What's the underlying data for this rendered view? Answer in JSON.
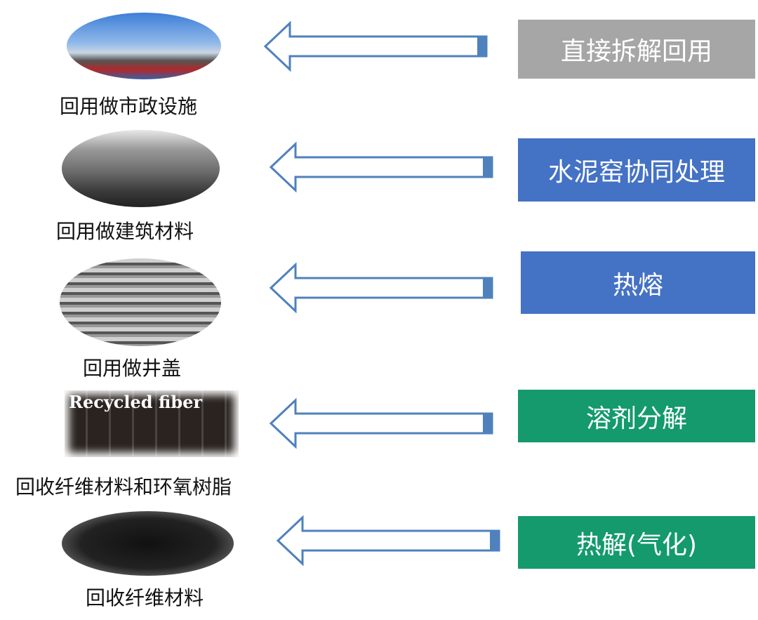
{
  "rows": [
    {
      "method": "直接拆解回用",
      "use": "回用做市政设施",
      "color": "#a6a6a6"
    },
    {
      "method": "水泥窑协同处理",
      "use": "回用做建筑材料",
      "color": "#4472c4"
    },
    {
      "method": "热熔",
      "use": "回用做井盖",
      "color": "#4472c4"
    },
    {
      "method": "溶剂分解",
      "use": "回收纤维材料和环氧树脂",
      "color": "#149a6c",
      "image_text": "Recycled fiber"
    },
    {
      "method": "热解(气化)",
      "use": "回收纤维材料",
      "color": "#149a6c"
    }
  ],
  "arrow_color": "#4f81bd"
}
